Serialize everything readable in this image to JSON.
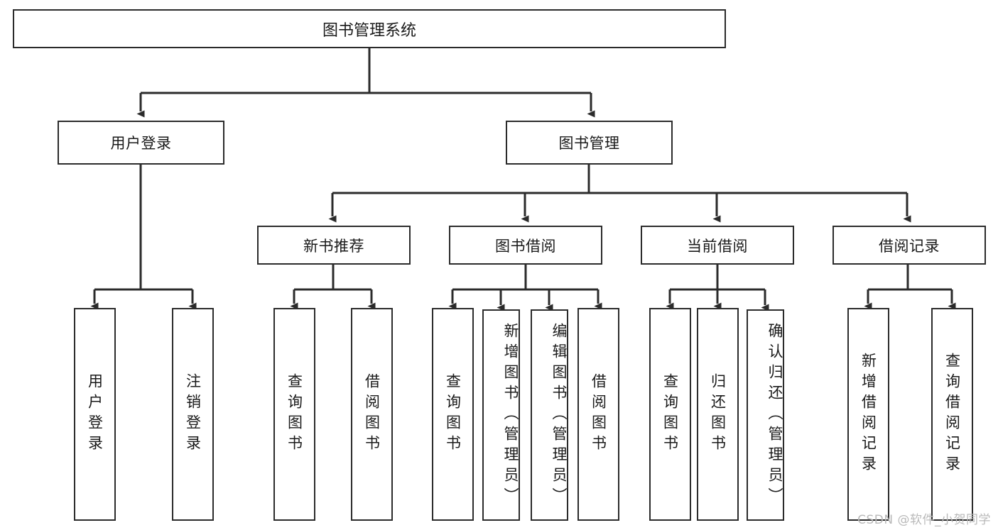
{
  "diagram": {
    "title": "图书管理系统",
    "type": "tree",
    "root": {
      "label": "图书管理系统"
    },
    "level1": [
      {
        "label": "用户登录"
      },
      {
        "label": "图书管理"
      }
    ],
    "level2": [
      {
        "label": "新书推荐",
        "parent": "图书管理"
      },
      {
        "label": "图书借阅",
        "parent": "图书管理"
      },
      {
        "label": "当前借阅",
        "parent": "图书管理"
      },
      {
        "label": "借阅记录",
        "parent": "图书管理"
      }
    ],
    "leaves": [
      {
        "label": "用户登录",
        "parent": "用户登录"
      },
      {
        "label": "注销登录",
        "parent": "用户登录"
      },
      {
        "label": "查询图书",
        "parent": "新书推荐"
      },
      {
        "label": "借阅图书",
        "parent": "新书推荐"
      },
      {
        "label": "查询图书",
        "parent": "图书借阅"
      },
      {
        "label": "新增图书（管理员）",
        "parent": "图书借阅"
      },
      {
        "label": "编辑图书（管理员）",
        "parent": "图书借阅"
      },
      {
        "label": "借阅图书",
        "parent": "图书借阅"
      },
      {
        "label": "查询图书",
        "parent": "当前借阅"
      },
      {
        "label": "归还图书",
        "parent": "当前借阅"
      },
      {
        "label": "确认归还（管理员）",
        "parent": "当前借阅"
      },
      {
        "label": "新增借阅记录",
        "parent": "借阅记录"
      },
      {
        "label": "查询借阅记录",
        "parent": "借阅记录"
      }
    ]
  },
  "watermark": {
    "text": "CSDN @软件_小贺同学"
  },
  "colors": {
    "stroke": "#2b2b2b",
    "fill": "#ffffff",
    "text": "#1a1a1a",
    "watermark": "#b9b9b9"
  }
}
